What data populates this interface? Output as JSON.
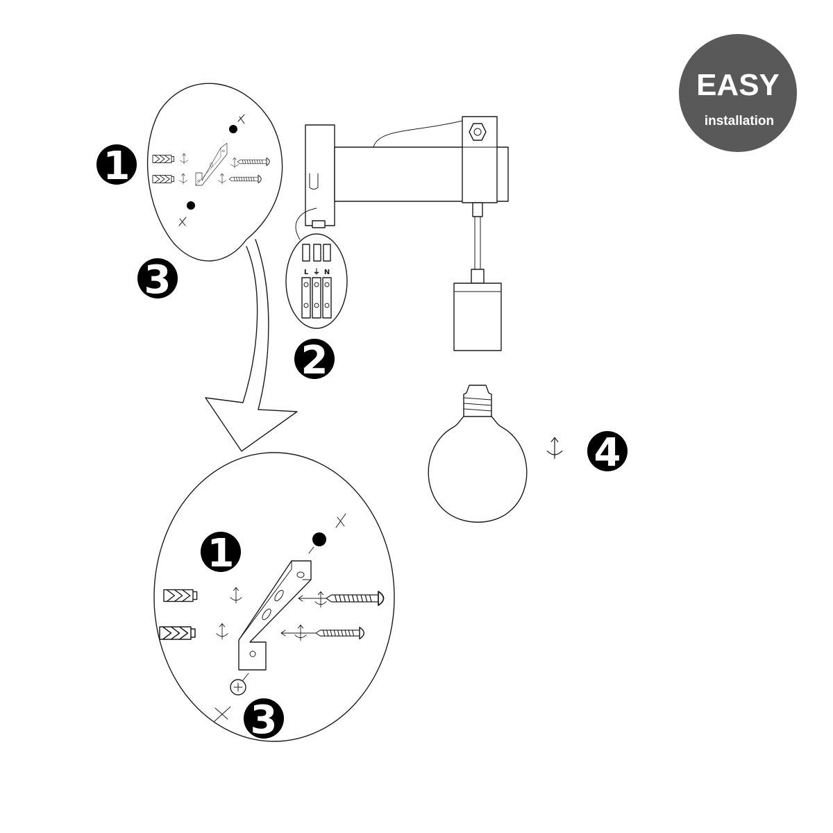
{
  "badge": {
    "line1": "EASY",
    "line2": "installation",
    "color": "#595959"
  },
  "steps": {
    "s1": "1",
    "s2": "2",
    "s3": "3",
    "s4": "4"
  },
  "terminals": {
    "l": "L",
    "earth": "⏚",
    "n": "N"
  }
}
